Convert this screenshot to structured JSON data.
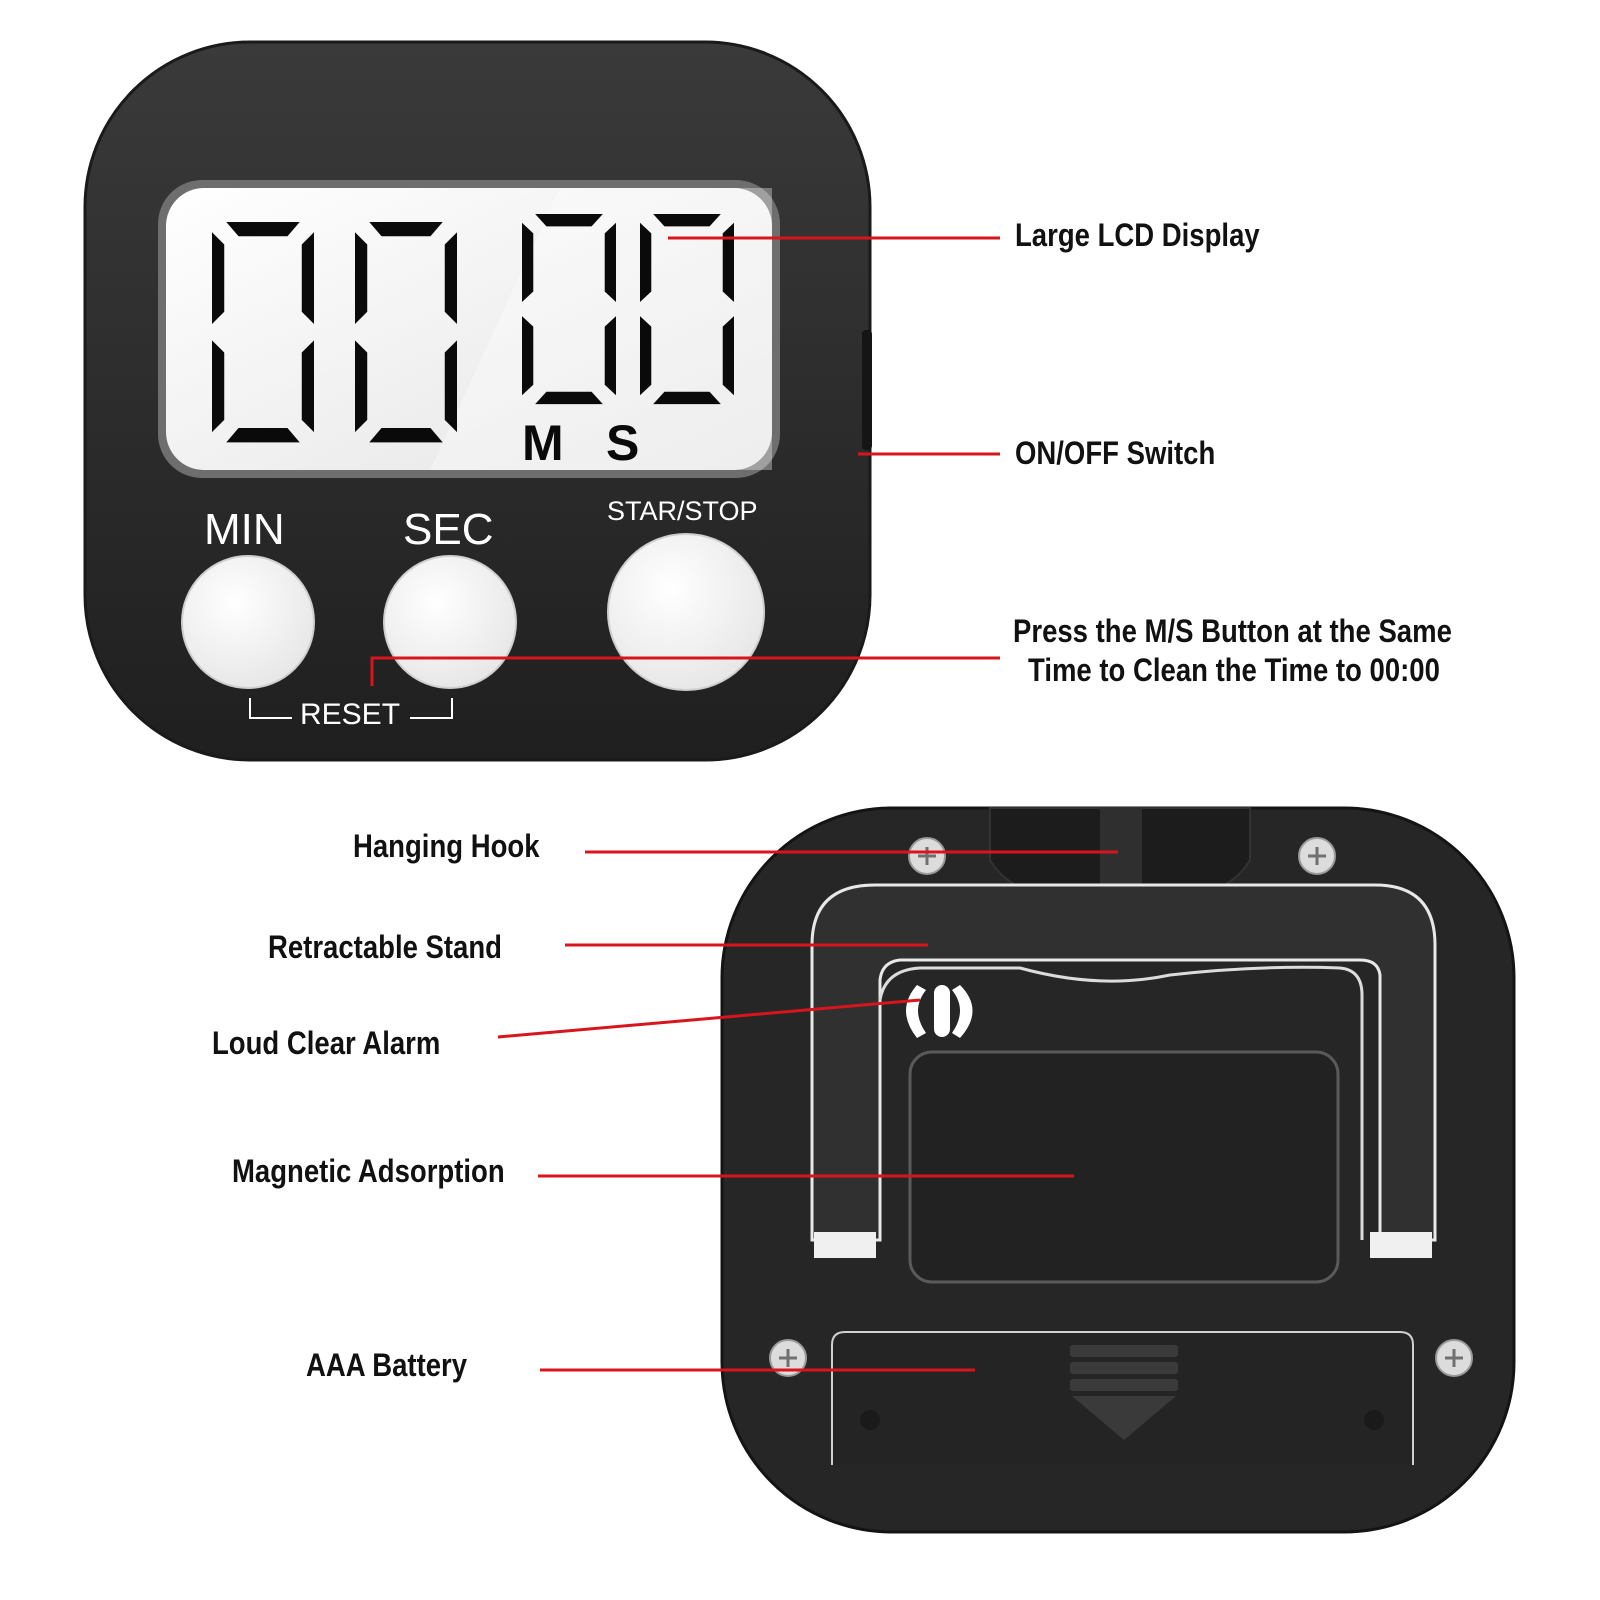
{
  "front": {
    "display": {
      "minutes": "00",
      "seconds": "00",
      "min_unit": "M",
      "sec_unit": "S"
    },
    "buttons": {
      "min_label": "MIN",
      "sec_label": "SEC",
      "start_stop_label": "STAR/STOP",
      "reset_label": "RESET"
    }
  },
  "callouts": {
    "lcd": "Large LCD Display",
    "switch": "ON/OFF Switch",
    "reset_line1": "Press the M/S Button at the Same",
    "reset_line2": "Time to Clean the Time to 00:00",
    "hook": "Hanging Hook",
    "stand": "Retractable Stand",
    "alarm": "Loud Clear Alarm",
    "magnet": "Magnetic Adsorption",
    "battery": "AAA Battery"
  },
  "colors": {
    "body": "#2b2b2b",
    "lcd": "#f2f2f2",
    "segment": "#0a0a0a",
    "leader_line": "#d8141c",
    "button": "#f7f7f7"
  }
}
